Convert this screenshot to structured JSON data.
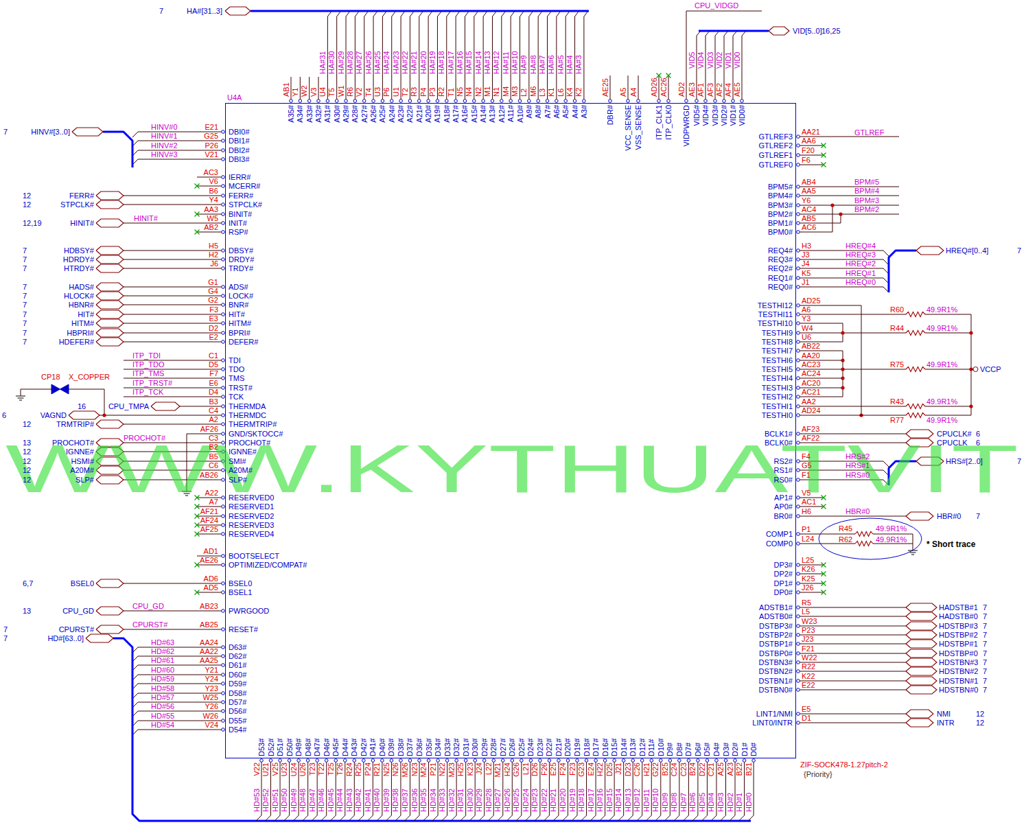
{
  "diagram": {
    "nodes": [
      {
        "text": [
          "U4A",
          "ZIF-SOCK478-1.27pitch-2",
          "{Priority}"
        ]
      }
    ],
    "labels": [
      "WWW.KYTHUATVIT",
      "7",
      "HA#[31..3]",
      "A35#",
      "A34#",
      "A33#",
      "A32#",
      "A31#",
      "A30#",
      "A29#",
      "A28#",
      "A27#",
      "A26#",
      "A25#",
      "A24#",
      "A23#",
      "A22#",
      "A21#",
      "A20#",
      "A19#",
      "A18#",
      "A17#",
      "A16#",
      "A15#",
      "A14#",
      "A13#",
      "A12#",
      "A11#",
      "A10#",
      "A9#",
      "A8#",
      "A7#",
      "A6#",
      "A5#",
      "A4#",
      "A3#",
      "AB1",
      "Y1",
      "W2",
      "V3",
      "U4",
      "T5",
      "W1",
      "R6",
      "V2",
      "T4",
      "U3",
      "P6",
      "U1",
      "T2",
      "R3",
      "P4",
      "P3",
      "R2",
      "T1",
      "N5",
      "N4",
      "N2",
      "M1",
      "N1",
      "M4",
      "M3",
      "L2",
      "M6",
      "L3",
      "K1",
      "L6",
      "K4",
      "K2",
      "HA#31",
      "HA#30",
      "HA#29",
      "HA#28",
      "HA#27",
      "HA#26",
      "HA#25",
      "HA#24",
      "HA#23",
      "HA#22",
      "HA#21",
      "HA#20",
      "HA#19",
      "HA#18",
      "HA#17",
      "HA#16",
      "HA#15",
      "HA#14",
      "HA#13",
      "HA#12",
      "HA#11",
      "HA#10",
      "HA#9",
      "HA#8",
      "HA#7",
      "HA#6",
      "HA#5",
      "HA#4",
      "HA#3",
      "DBR#",
      "VCC_SENSE",
      "VSS_SENSE",
      "ITP_CLK1",
      "ITP_CLK0",
      "VIDPWRGD",
      "VID5#",
      "VID4#",
      "VID3#",
      "VID2#",
      "VID1#",
      "VID0#",
      "AE25",
      "A5",
      "A4",
      "AD26",
      "AC26",
      "AD2",
      "AE3",
      "AF1",
      "AF3",
      "AF2",
      "AF4",
      "AE5",
      "CPU_VIDGD",
      "VID5",
      "VID4",
      "VID3",
      "VID2",
      "VID1",
      "VID0",
      "VID[5..0]",
      "16,25",
      "DBI0#",
      "DBI1#",
      "DBI2#",
      "DBI3#",
      "IERR#",
      "MCERR#",
      "FERR#",
      "STPCLK#",
      "BINIT#",
      "INIT#",
      "RSP#",
      "DBSY#",
      "DRDY#",
      "TRDY#",
      "ADS#",
      "LOCK#",
      "BNR#",
      "HIT#",
      "HITM#",
      "BPRI#",
      "DEFER#",
      "TDI",
      "TDO",
      "TMS",
      "TRST#",
      "TCK",
      "THERMDA",
      "THERMDC",
      "THERMTRIP#",
      "GND/SKTOCC#",
      "PROCHOT#",
      "IGNNE#",
      "SMI#",
      "A20M#",
      "SLP#",
      "RESERVED0",
      "RESERVED1",
      "RESERVED2",
      "RESERVED3",
      "RESERVED4",
      "BOOTSELECT",
      "OPTIMIZED/COMPAT#",
      "BSEL0",
      "BSEL1",
      "PWRGOOD",
      "RESET#",
      "D63#",
      "D62#",
      "D61#",
      "D60#",
      "D59#",
      "D58#",
      "D57#",
      "D56#",
      "D55#",
      "D54#",
      "E21",
      "G25",
      "P26",
      "V21",
      "AC3",
      "V6",
      "B6",
      "Y4",
      "AA3",
      "W5",
      "AB2",
      "H5",
      "H2",
      "J6",
      "G1",
      "G4",
      "G2",
      "F3",
      "E3",
      "D2",
      "E2",
      "C1",
      "D5",
      "F7",
      "E6",
      "D4",
      "B3",
      "C4",
      "A2",
      "AF26",
      "C3",
      "B2",
      "B5",
      "C6",
      "AB26",
      "A22",
      "A7",
      "AF21",
      "AF24",
      "AF25",
      "AD1",
      "AE26",
      "AD6",
      "AD5",
      "AB23",
      "AB25",
      "AA24",
      "AA22",
      "AA25",
      "Y21",
      "Y24",
      "Y23",
      "W25",
      "Y26",
      "W26",
      "V24",
      "HINV#0",
      "HINV#1",
      "HINV#2",
      "HINV#3",
      "HINIT#",
      "ITP_TDI",
      "ITP_TDO",
      "ITP_TMS",
      "ITP_TRST#",
      "ITP_TCK",
      "PROCHOT#",
      "CPU_GD",
      "CPURST#",
      "HD#63",
      "HD#62",
      "HD#61",
      "HD#60",
      "HD#59",
      "HD#58",
      "HD#57",
      "HD#56",
      "HD#55",
      "HD#54",
      "7",
      "HINV#[3..0]",
      "12",
      "FERR#",
      "12",
      "STPCLK#",
      "12,19",
      "HINIT#",
      "7",
      "HDBSY#",
      "7",
      "HDRDY#",
      "7",
      "HTRDY#",
      "7",
      "HADS#",
      "7",
      "HLOCK#",
      "7",
      "HBNR#",
      "7",
      "HIT#",
      "7",
      "HITM#",
      "7",
      "HBPRI#",
      "7",
      "HDEFER#",
      "16",
      "CPU_TMPA",
      "6",
      "VAGND",
      "12",
      "TRMTRIP#",
      "13",
      "PROCHOT#",
      "12",
      "IGNNE#",
      "12",
      "HSMI#",
      "12",
      "A20M#",
      "12",
      "SLP#",
      "6,7",
      "BSEL0",
      "13",
      "CPU_GD",
      "7",
      "CPURST#",
      "7",
      "HD#[63..0]",
      "CP18",
      "X_COPPER",
      "D53#",
      "D52#",
      "D51#",
      "D50#",
      "D49#",
      "D48#",
      "D47#",
      "D46#",
      "D45#",
      "D44#",
      "D43#",
      "D42#",
      "D41#",
      "D40#",
      "D39#",
      "D38#",
      "D37#",
      "D36#",
      "D35#",
      "D34#",
      "D33#",
      "D32#",
      "D31#",
      "D30#",
      "D29#",
      "D28#",
      "D27#",
      "D26#",
      "D25#",
      "D24#",
      "D23#",
      "D22#",
      "D21#",
      "D20#",
      "D19#",
      "D18#",
      "D17#",
      "D16#",
      "D15#",
      "D14#",
      "D13#",
      "D12#",
      "D11#",
      "D10#",
      "D9#",
      "D8#",
      "D7#",
      "D6#",
      "D5#",
      "D4#",
      "D3#",
      "D2#",
      "D1#",
      "D0#",
      "V22",
      "U21",
      "V25",
      "U23",
      "U24",
      "U26",
      "T23",
      "T22",
      "T25",
      "T26",
      "R24",
      "R25",
      "P24",
      "R21",
      "N25",
      "N26",
      "M26",
      "N23",
      "M24",
      "P21",
      "N22",
      "M23",
      "H25",
      "K23",
      "J24",
      "L22",
      "M21",
      "H24",
      "G26",
      "L21",
      "D26",
      "F26",
      "E25",
      "F24",
      "F23",
      "G23",
      "E24",
      "H22",
      "D25",
      "J21",
      "D23",
      "C26",
      "H21",
      "G22",
      "B25",
      "C24",
      "C23",
      "B24",
      "D22",
      "C21",
      "A25",
      "A23",
      "B22",
      "B21",
      "HD#53",
      "HD#52",
      "HD#51",
      "HD#50",
      "HD#49",
      "HD#48",
      "HD#47",
      "HD#46",
      "HD#45",
      "HD#44",
      "HD#43",
      "HD#42",
      "HD#41",
      "HD#40",
      "HD#39",
      "HD#38",
      "HD#37",
      "HD#36",
      "HD#35",
      "HD#34",
      "HD#33",
      "HD#32",
      "HD#31",
      "HD#30",
      "HD#29",
      "HD#28",
      "HD#27",
      "HD#26",
      "HD#25",
      "HD#24",
      "HD#23",
      "HD#22",
      "HD#21",
      "HD#20",
      "HD#19",
      "HD#18",
      "HD#17",
      "HD#16",
      "HD#15",
      "HD#14",
      "HD#13",
      "HD#12",
      "HD#11",
      "HD#10",
      "HD#9",
      "HD#8",
      "HD#7",
      "HD#6",
      "HD#5",
      "HD#4",
      "HD#3",
      "HD#2",
      "HD#1",
      "HD#0",
      "GTLREF3",
      "GTLREF2",
      "GTLREF1",
      "GTLREF0",
      "BPM5#",
      "BPM4#",
      "BPM3#",
      "BPM2#",
      "BPM1#",
      "BPM0#",
      "REQ4#",
      "REQ3#",
      "REQ2#",
      "REQ1#",
      "REQ0#",
      "TESTHI12",
      "TESTHI11",
      "TESTHI10",
      "TESTHI9",
      "TESTHI8",
      "TESTHI7",
      "TESTHI6",
      "TESTHI5",
      "TESTHI4",
      "TESTHI3",
      "TESTHI2",
      "TESTHI1",
      "TESTHI0",
      "BCLK1#",
      "BCLK0#",
      "RS2#",
      "RS1#",
      "RS0#",
      "AP1#",
      "AP0#",
      "BR0#",
      "COMP1",
      "COMP0",
      "DP3#",
      "DP2#",
      "DP1#",
      "DP0#",
      "ADSTB1#",
      "ADSTB0#",
      "DSTBP3#",
      "DSTBP2#",
      "DSTBP1#",
      "DSTBP0#",
      "DSTBN3#",
      "DSTBN2#",
      "DSTBN1#",
      "DSTBN0#",
      "LINT1/NMI",
      "LINT0/INTR",
      "AA21",
      "AA6",
      "F20",
      "F6",
      "AB4",
      "AA5",
      "Y6",
      "AC4",
      "AB5",
      "AC6",
      "H3",
      "J3",
      "J4",
      "K5",
      "J1",
      "AD25",
      "A6",
      "Y3",
      "W4",
      "U6",
      "AB22",
      "AA20",
      "AC23",
      "AC24",
      "AC20",
      "AC21",
      "AA2",
      "AD24",
      "AF23",
      "AF22",
      "F4",
      "G5",
      "F1",
      "V5",
      "AC1",
      "H6",
      "P1",
      "L24",
      "L25",
      "K26",
      "K25",
      "J26",
      "R5",
      "L5",
      "W23",
      "P23",
      "J23",
      "F21",
      "W22",
      "R22",
      "K22",
      "E22",
      "E5",
      "D1",
      "GTLREF",
      "BPM#5",
      "BPM#4",
      "BPM#3",
      "BPM#2",
      "HREQ#4",
      "HREQ#3",
      "HREQ#2",
      "HREQ#1",
      "HREQ#0",
      "HRS#2",
      "HRS#1",
      "HRS#0",
      "HBR#0",
      "R60",
      "49.9R1%",
      "R44",
      "49.9R1%",
      "R75",
      "49.9R1%",
      "R43",
      "49.9R1%",
      "R77",
      "49.9R1%",
      "R45",
      "49.9R1%",
      "R62",
      "49.9R1%",
      "HREQ#[0..4]",
      "7",
      "VCCP",
      "CPUCLK#",
      "6",
      "CPUCLK",
      "6",
      "HRS#[2..0]",
      "7",
      "HBR#0",
      "7",
      "* Short trace",
      "HADSTB#1",
      "7",
      "HADSTB#0",
      "7",
      "HDSTBP#3",
      "7",
      "HDSTBP#2",
      "7",
      "HDSTBP#1",
      "7",
      "HDSTBP#0",
      "7",
      "HDSTBN#3",
      "7",
      "HDSTBN#2",
      "7",
      "HDSTBN#1",
      "7",
      "HDSTBN#0",
      "7",
      "NMI",
      "12",
      "INTR",
      "12"
    ]
  }
}
